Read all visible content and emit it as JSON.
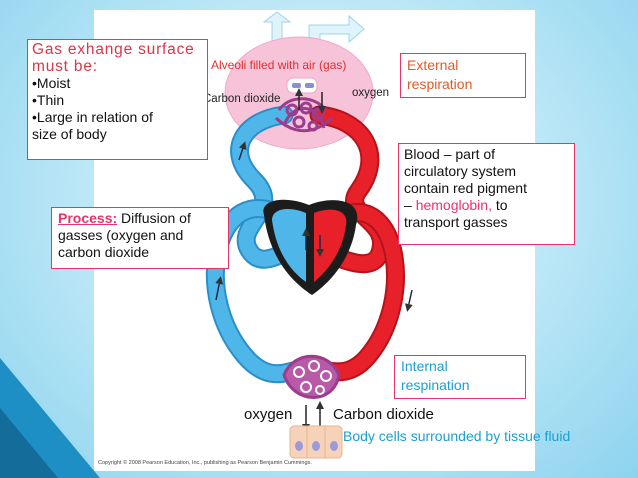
{
  "gas_box": {
    "title_line1": "Gas exhange surface",
    "title_line2": "must be:",
    "items": [
      "•Moist",
      "•Thin",
      "•Large in relation of",
      "size of body"
    ]
  },
  "process_box": {
    "label": "Process:",
    "text_line1": " Diffusion of",
    "text_line2": "gasses (oxygen and",
    "text_line3": "carbon dioxide"
  },
  "external_box": {
    "line1": "External",
    "line2": "respiration"
  },
  "internal_box": {
    "line1": "Internal",
    "line2": "respination"
  },
  "blood_box": {
    "line1": "Blood – part of",
    "line2": "circulatory system",
    "line3": "contain red pigment",
    "line4_prefix": "– ",
    "line4_highlight": "hemoglobin,",
    "line4_suffix": " to",
    "line5": "transport gasses"
  },
  "labels": {
    "alveoli": "Alveoli filled with air (gas)",
    "carbon_dioxide_top": "Carbon dioxide",
    "oxygen_top": "oxygen",
    "oxygen_bottom": "oxygen",
    "carbon_dioxide_bottom": "Carbon dioxide",
    "body_cells": "Body cells surrounded by tissue fluid",
    "copyright": "Copyright © 2008 Pearson Education, Inc., publishing as Pearson Benjamin Cummings."
  },
  "colors": {
    "oxygen_poor_blood": "#4fb6ea",
    "oxygen_rich_blood": "#e8202a",
    "capillary": "#9b3c8c",
    "alveolus": "#f7c3d8",
    "box_border": "#e8336b",
    "title_red": "#d8374a",
    "highlight_pink": "#e8336b",
    "external_orange": "#e25a28",
    "internal_blue": "#1c9fd0",
    "slide_accent": "#1d8fc4"
  }
}
